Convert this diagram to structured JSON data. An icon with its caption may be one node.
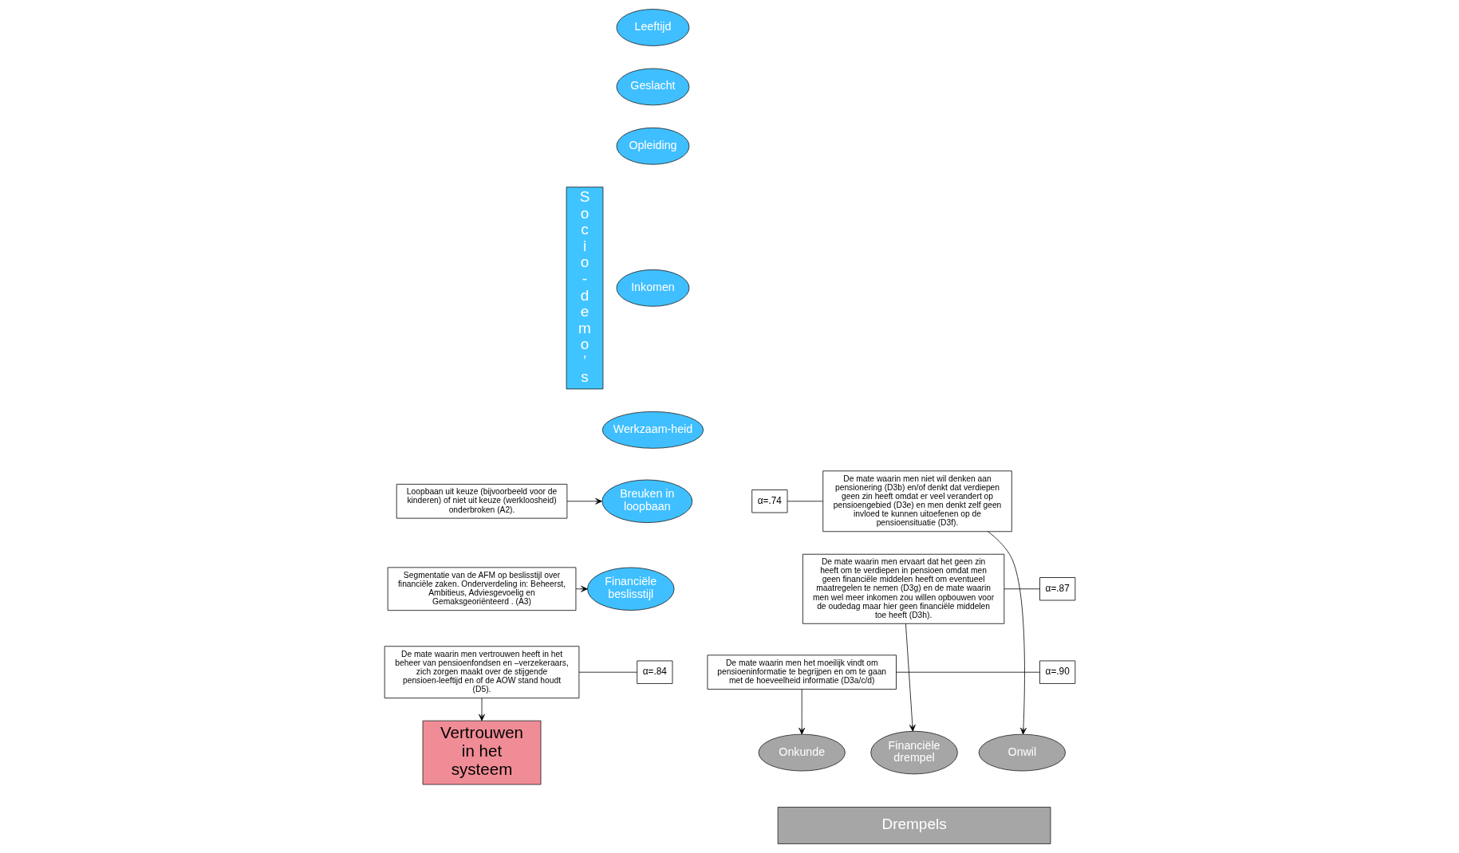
{
  "diagram": {
    "nodes": [
      {
        "text": [
          "Socio-demo’s"
        ]
      },
      {
        "text": [
          "Leeftijd"
        ]
      },
      {
        "text": [
          "Geslacht"
        ]
      },
      {
        "text": [
          "Opleiding"
        ]
      },
      {
        "text": [
          "Inkomen"
        ]
      },
      {
        "text": [
          "Werkzaam-heid"
        ]
      },
      {
        "text": [
          "Breuken in loopbaan"
        ]
      },
      {
        "text": [
          "Financiële beslisstijl"
        ]
      },
      {
        "text": [
          "α=.74"
        ]
      },
      {
        "text": [
          "De mate waarin men niet wil denken aan pensionering (D3b) en/of denkt dat verdiepen geen zin heeft omdat er veel verandert op pensioengebied (D3e) en men denkt zelf geen invloed te kunnen uitoefenen op de pensioensituatie (D3f)."
        ]
      },
      {
        "text": [
          "α=.87"
        ]
      },
      {
        "text": [
          "De mate waarin men ervaart dat het geen zin heeft om te verdiepen in pensioen omdat men geen financiële middelen heeft om eventueel maatregelen te nemen (D3g) en de mate waarin men wel meer inkomen zou willen opbouwen voor de oudedag maar hier geen financiële middelen toe heeft (D3h)."
        ]
      },
      {
        "text": [
          "α=.90"
        ]
      },
      {
        "text": [
          "De mate waarin men het moeilijk vindt om pensioeninformatie te begrijpen en om te gaan met de hoeveelheid informatie (D3a/c/d)"
        ]
      },
      {
        "text": [
          "Loopbaan uit keuze (bijvoorbeeld voor de kinderen) of niet uit keuze (werkloosheid) onderbroken (A2)."
        ]
      },
      {
        "text": [
          "Segmentatie van de AFM op beslisstijl over financiële zaken. Onderverdeling in: Beheerst, Ambitieus, Adviesgevoelig en Gemaksgeoriënteerd . (A3)"
        ]
      },
      {
        "text": [
          "α=.84"
        ]
      },
      {
        "text": [
          "De mate waarin men vertrouwen heeft in het beheer van pensioenfondsen en –verzekeraars, zich zorgen maakt over de stijgende pensioen-leeftijd en of de AOW stand houdt (D5)."
        ]
      },
      {
        "text": [
          "Onkunde"
        ]
      },
      {
        "text": [
          "Financiële drempel"
        ]
      },
      {
        "text": [
          "Onwil"
        ]
      },
      {
        "text": [
          "Drempels"
        ]
      },
      {
        "text": [
          "Vertrouwen in het systeem"
        ]
      }
    ],
    "edges": [
      {
        "from": 8,
        "to": 9,
        "arrow": "none"
      },
      {
        "from": 10,
        "to": 11,
        "arrow": "none"
      },
      {
        "from": 12,
        "to": 13,
        "arrow": "none"
      },
      {
        "from": 9,
        "to": 20,
        "arrow": "to"
      },
      {
        "from": 11,
        "to": 19,
        "arrow": "to"
      },
      {
        "from": 13,
        "to": 18,
        "arrow": "to"
      },
      {
        "from": 14,
        "to": 6,
        "arrow": "to"
      },
      {
        "from": 15,
        "to": 7,
        "arrow": "to"
      },
      {
        "from": 16,
        "to": 17,
        "arrow": "none"
      },
      {
        "from": 17,
        "to": 22,
        "arrow": "to"
      }
    ]
  }
}
